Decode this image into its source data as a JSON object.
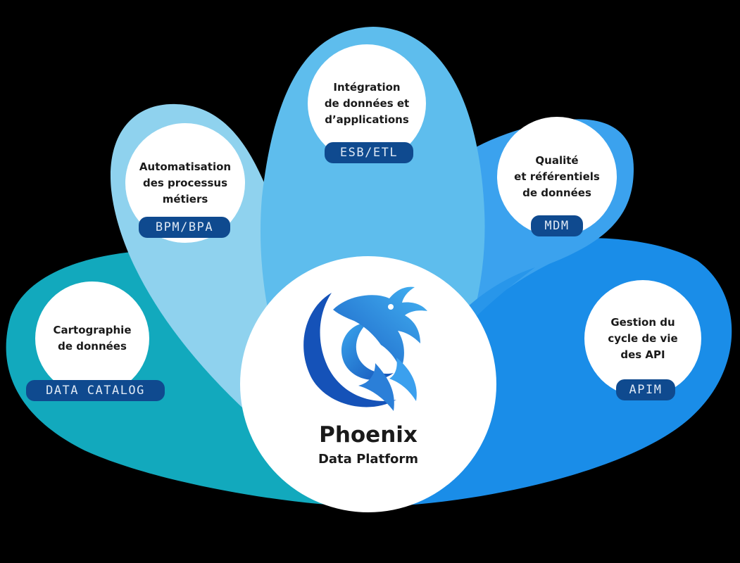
{
  "center": {
    "title": "Phoenix",
    "subtitle": "Data Platform",
    "logo_icon": "phoenix-bird-logo"
  },
  "petals": [
    {
      "id": "catalog",
      "label": "Cartographie\nde données",
      "tag": "DATA CATALOG",
      "color": "#12a9bd"
    },
    {
      "id": "bpm",
      "label": "Automatisation\ndes processus\nmétiers",
      "tag": "BPM/BPA",
      "color": "#8fd2ee"
    },
    {
      "id": "esb",
      "label": "Intégration\nde données et\nd’applications",
      "tag": "ESB/ETL",
      "color": "#5dbcec"
    },
    {
      "id": "mdm",
      "label": "Qualité\net référentiels\nde données",
      "tag": "MDM",
      "color": "#3aa0ec"
    },
    {
      "id": "apim",
      "label": "Gestion du\ncycle de vie\ndes API",
      "tag": "APIM",
      "color": "#1a8de8"
    }
  ],
  "colors": {
    "background": "#000000",
    "tag_background": "#0f4a8f",
    "logo_dark": "#1552b8",
    "logo_light": "#3aa6ee"
  }
}
